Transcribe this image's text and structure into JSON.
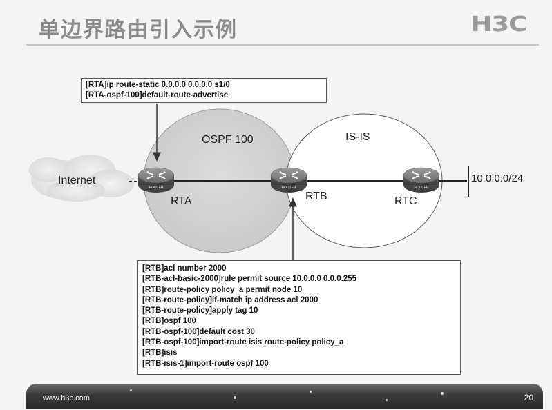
{
  "slide": {
    "title": "单边界路由引入示例",
    "logo": "H3C",
    "footer_url": "www.h3c.com",
    "page_number": "20"
  },
  "diagram": {
    "areas": {
      "ospf": "OSPF 100",
      "isis": "IS-IS"
    },
    "nodes": {
      "internet": "Internet",
      "rta": "RTA",
      "rtb": "RTB",
      "rtc": "RTC",
      "network": "10.0.0.0/24",
      "router_badge": "ROUTER"
    },
    "rta_config": [
      "[RTA]ip route-static 0.0.0.0 0.0.0.0 s1/0",
      "[RTA-ospf-100]default-route-advertise"
    ],
    "rtb_config": [
      "[RTB]acl number 2000",
      "[RTB-acl-basic-2000]rule permit source 10.0.0.0 0.0.0.255",
      "[RTB]route-policy policy_a permit node 10",
      "[RTB-route-policy]if-match ip address acl 2000",
      "[RTB-route-policy]apply tag 10",
      "[RTB]ospf 100",
      "[RTB-ospf-100]default cost 30",
      "[RTB-ospf-100]import-route isis route-policy policy_a",
      "[RTB]isis",
      "[RTB-isis-1]import-route ospf 100"
    ]
  }
}
